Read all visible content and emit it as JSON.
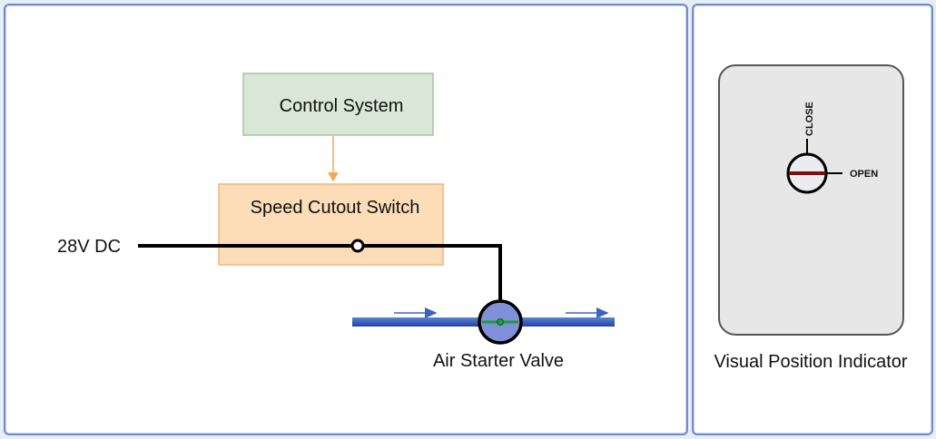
{
  "diagram": {
    "control_system_label": "Control System",
    "speed_cutout_label": "Speed Cutout Switch",
    "supply_label": "28V DC",
    "valve_label": "Air Starter Valve"
  },
  "indicator": {
    "close_label": "CLOSE",
    "open_label": "OPEN",
    "caption": "Visual Position Indicator"
  },
  "colors": {
    "control_box_fill": "#d9e8d6",
    "control_box_stroke": "#a9c2a5",
    "cutout_box_fill": "#fddcb8",
    "cutout_box_stroke": "#f2b37c",
    "control_arrow": "#f5a85a",
    "pipe": "#3d63c0",
    "valve_fill": "#7f8fd8",
    "valve_stem": "#1e9c3a",
    "indicator_bar": "#7a1010"
  }
}
